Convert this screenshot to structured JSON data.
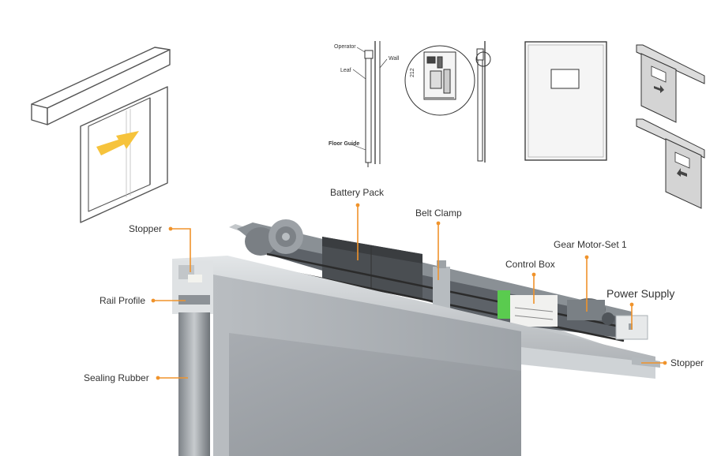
{
  "accent_color": "#f0932b",
  "arrow_color": "#f6c33c",
  "drawings": {
    "operator": "Operator",
    "wall": "Wall",
    "leaf": "Leaf",
    "dimension": "212",
    "floor_guide": "Floor Guide"
  },
  "labels": {
    "battery_pack": "Battery Pack",
    "belt_clamp": "Belt Clamp",
    "gear_motor": "Gear Motor-Set 1",
    "control_box": "Control Box",
    "power_supply": "Power Supply",
    "stopper_left": "Stopper",
    "stopper_right": "Stopper",
    "rail_profile": "Rail Profile",
    "sealing_rubber": "Sealing Rubber"
  }
}
